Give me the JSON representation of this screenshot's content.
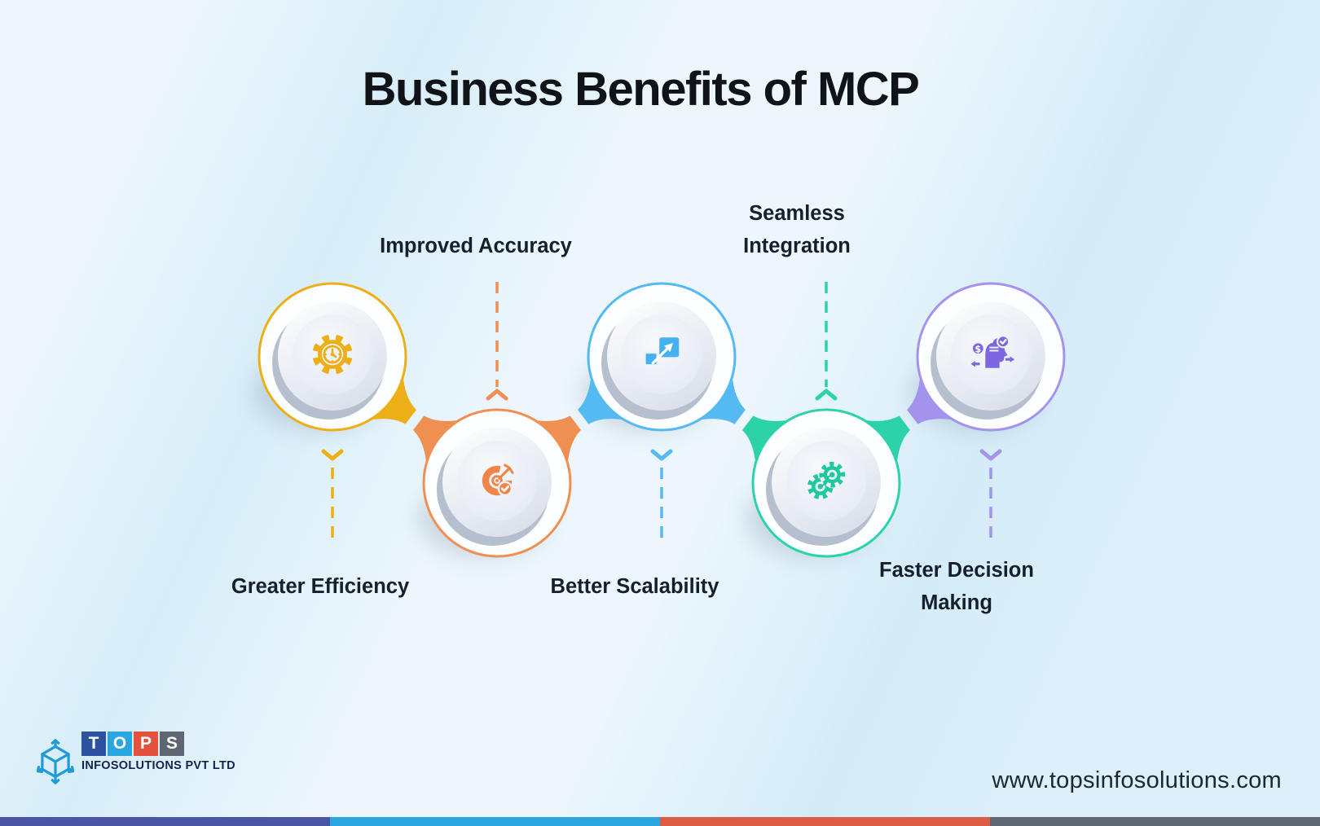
{
  "title": "Business Benefits of MCP",
  "background_color": "#DCEFFA",
  "nodes": [
    {
      "label": "Greater Efficiency",
      "lines": [
        "Greater Efficiency"
      ],
      "icon": "gear-clock-icon",
      "accent": "#EDAF17",
      "icon_color": "#EDAF17"
    },
    {
      "label": "Improved Accuracy",
      "lines": [
        "Improved Accuracy"
      ],
      "icon": "target-arrow-icon",
      "accent": "#EF9052",
      "icon_color": "#F0854A"
    },
    {
      "label": "Better Scalability",
      "lines": [
        "Better Scalability"
      ],
      "icon": "scale-up-icon",
      "accent": "#55B9F2",
      "icon_color": "#45B1F0"
    },
    {
      "label": "Seamless Integration",
      "lines": [
        "Seamless",
        "Integration"
      ],
      "icon": "integration-gears-icon",
      "accent": "#2CD3A8",
      "icon_color": "#1EC9A0"
    },
    {
      "label": "Faster Decision Making",
      "lines": [
        "Faster Decision",
        "Making"
      ],
      "icon": "decision-head-icon",
      "accent": "#A493EC",
      "icon_color": "#7D66DF"
    }
  ],
  "footer": {
    "logo_letters": [
      "T",
      "O",
      "P",
      "S"
    ],
    "logo_letter_colors": [
      "#2C52A0",
      "#2BA7E0",
      "#E2523D",
      "#5D6672"
    ],
    "logo_caption": "INFOSOLUTIONS PVT LTD",
    "cube_icon_color": "#1E9CD7",
    "website": "www.topsinfosolutions.com"
  },
  "stripe_colors": [
    "#4A55A4",
    "#2AA5DE",
    "#DC5C46",
    "#5E6774"
  ]
}
